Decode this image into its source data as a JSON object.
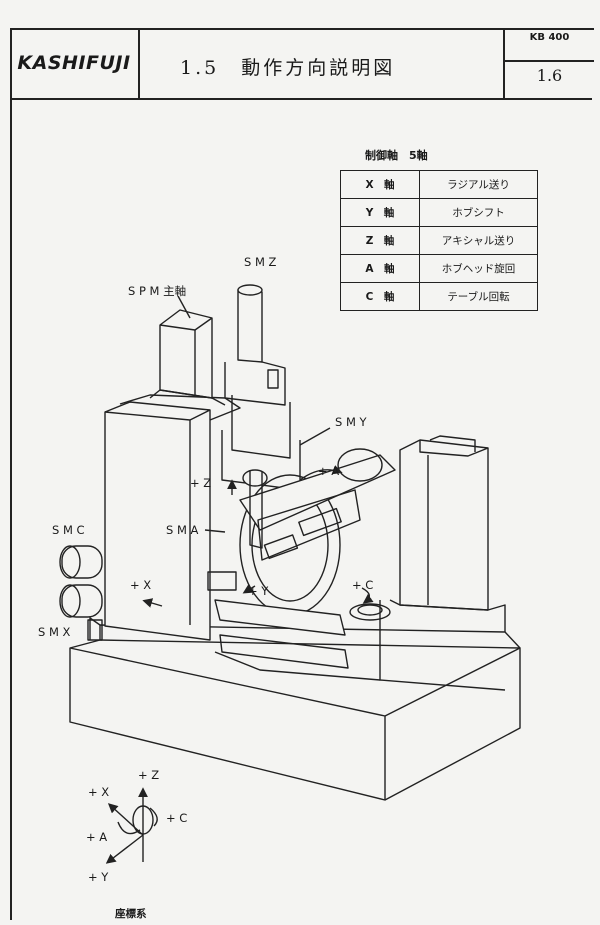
{
  "header": {
    "logo": "KASHIFUJI",
    "title": "1.5　動作方向説明図",
    "model": "KB 400",
    "page_number": "1.6"
  },
  "axis_table": {
    "heading": "制御軸　5軸",
    "rows": [
      {
        "axis": "X　軸",
        "description": "ラジアル送り"
      },
      {
        "axis": "Y　軸",
        "description": "ホブシフト"
      },
      {
        "axis": "Z　軸",
        "description": "アキシャル送り"
      },
      {
        "axis": "A　軸",
        "description": "ホブヘッド旋回"
      },
      {
        "axis": "C　軸",
        "description": "テーブル回転"
      }
    ]
  },
  "machine_labels": {
    "sm_z": "S M  Z",
    "spm": "S P M 主軸",
    "sm_y": "S M Y",
    "plus_z": "+ Z",
    "plus_a": "+ A",
    "sm_a": "S M A",
    "sm_c": "S M C",
    "plus_x": "+ X",
    "plus_y": "+ Y",
    "plus_c": "+ C",
    "sm_x": "S M X"
  },
  "coordinate_system": {
    "plus_x": "+ X",
    "plus_z": "+ Z",
    "plus_c": "+ C",
    "plus_a": "+ A",
    "plus_y": "+ Y",
    "caption": "座標系"
  }
}
